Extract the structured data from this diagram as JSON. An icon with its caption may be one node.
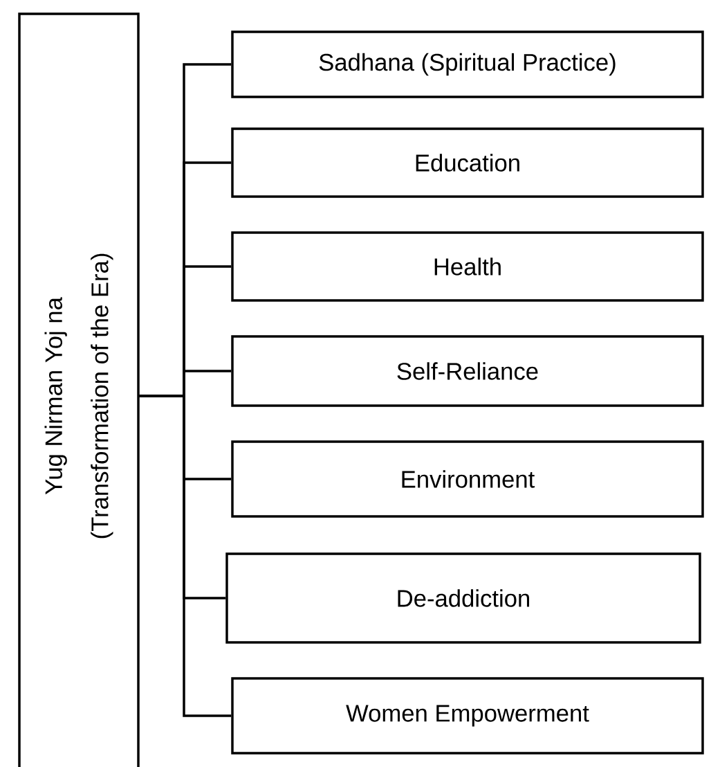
{
  "diagram": {
    "nodes": [
      {
        "text": [
          "Yug Nirman Yoj na",
          "(Transformation of the Era)"
        ]
      },
      {
        "text": [
          "Sadhana (Spiritual Practice)"
        ]
      },
      {
        "text": [
          "Education"
        ]
      },
      {
        "text": [
          "Health"
        ]
      },
      {
        "text": [
          "Self-Reliance"
        ]
      },
      {
        "text": [
          "Environment"
        ]
      },
      {
        "text": [
          "De-addiction"
        ]
      },
      {
        "text": [
          "Women Empowerment"
        ]
      }
    ],
    "edges": [
      {
        "from": 0,
        "to": 1,
        "arrow": "none"
      },
      {
        "from": 0,
        "to": 2,
        "arrow": "none"
      },
      {
        "from": 0,
        "to": 3,
        "arrow": "none"
      },
      {
        "from": 0,
        "to": 4,
        "arrow": "none"
      },
      {
        "from": 0,
        "to": 5,
        "arrow": "none"
      },
      {
        "from": 0,
        "to": 6,
        "arrow": "none"
      },
      {
        "from": 0,
        "to": 7,
        "arrow": "none"
      }
    ]
  }
}
